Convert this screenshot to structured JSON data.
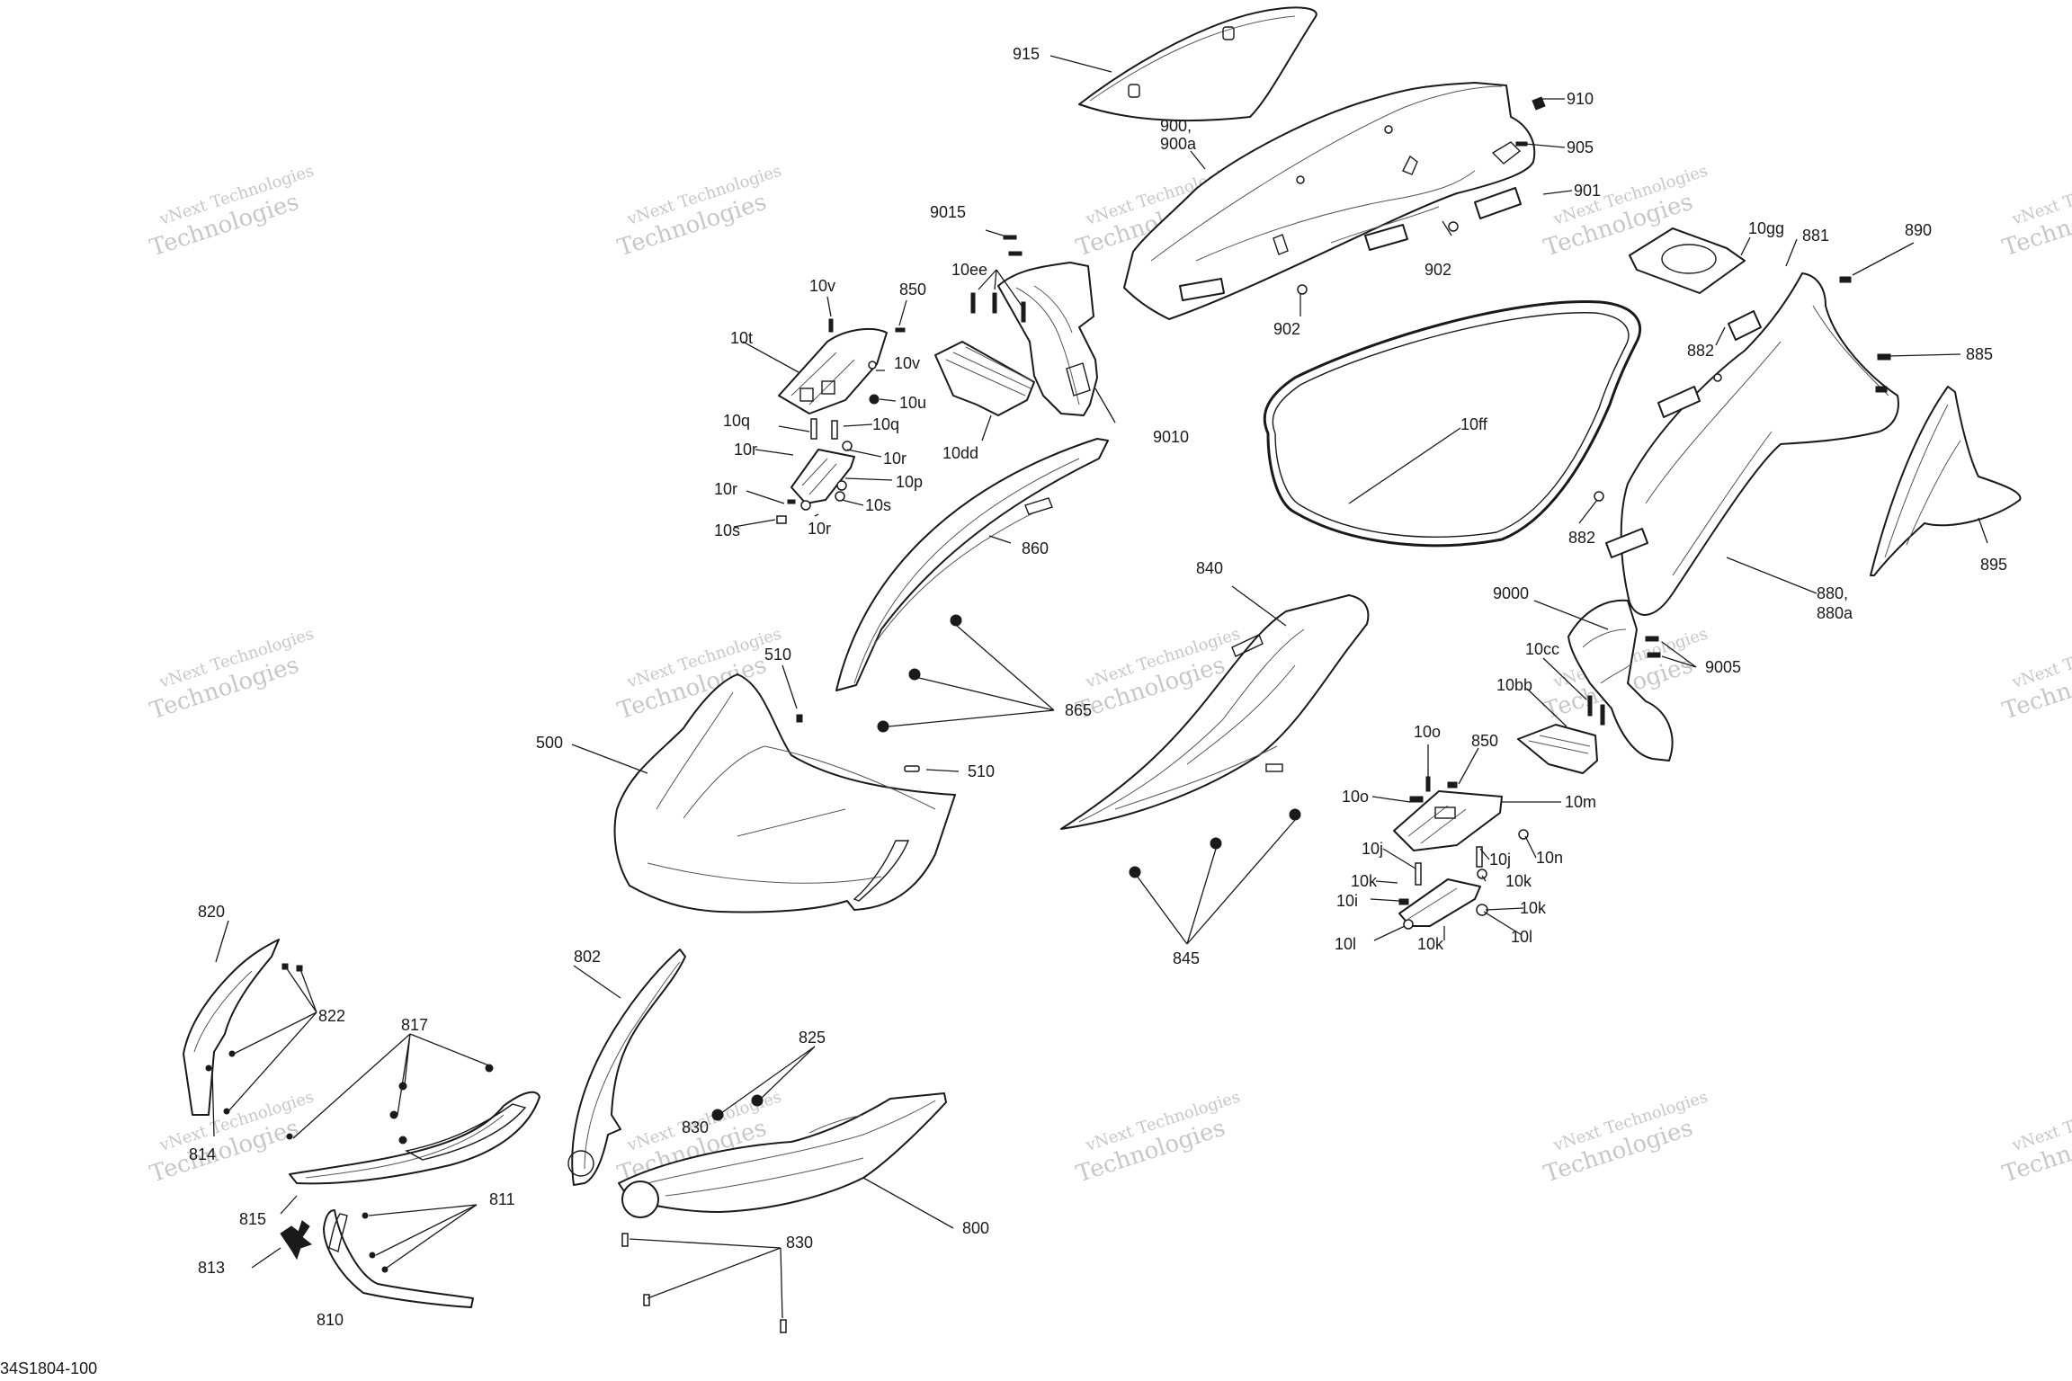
{
  "diagram_code": "34S1804-100",
  "watermark": {
    "line1": "vNext Technologies",
    "line2": "vNext",
    "line3": "Technologies"
  },
  "callouts": {
    "c915": "915",
    "c910": "910",
    "c905": "905",
    "c900": "900,",
    "c900a": "900a",
    "c901": "901",
    "c902a": "902",
    "c902b": "902",
    "c9015": "9015",
    "c10ee": "10ee",
    "c10v_a": "10v",
    "c850_a": "850",
    "c10t": "10t",
    "c10v_b": "10v",
    "c10u": "10u",
    "c10q_a": "10q",
    "c10q_b": "10q",
    "c10r_a": "10r",
    "c10r_b": "10r",
    "c10p": "10p",
    "c10r_c": "10r",
    "c10s_a": "10s",
    "c10r_d": "10r",
    "c10s_b": "10s",
    "c10dd": "10dd",
    "c9010": "9010",
    "c860": "860",
    "c865": "865",
    "c510_a": "510",
    "c510_b": "510",
    "c500": "500",
    "c10gg": "10gg",
    "c881": "881",
    "c890": "890",
    "c885": "885",
    "c882_a": "882",
    "c882_b": "882",
    "c10ff": "10ff",
    "c895": "895",
    "c880": "880,",
    "c880a": "880a",
    "c840": "840",
    "c9000": "9000",
    "c10cc": "10cc",
    "c9005": "9005",
    "c10bb": "10bb",
    "c10o_a": "10o",
    "c850_b": "850",
    "c10o_b": "10o",
    "c10m": "10m",
    "c10n": "10n",
    "c10j_a": "10j",
    "c10j_b": "10j",
    "c10k_a": "10k",
    "c10k_b": "10k",
    "c10i": "10i",
    "c10k_c": "10k",
    "c10k_d": "10k",
    "c10l_a": "10l",
    "c10l_b": "10l",
    "c845": "845",
    "c820": "820",
    "c822": "822",
    "c814": "814",
    "c817": "817",
    "c802": "802",
    "c825": "825",
    "c830_a": "830",
    "c815": "815",
    "c811": "811",
    "c813": "813",
    "c810": "810",
    "c800": "800",
    "c830_b": "830"
  }
}
